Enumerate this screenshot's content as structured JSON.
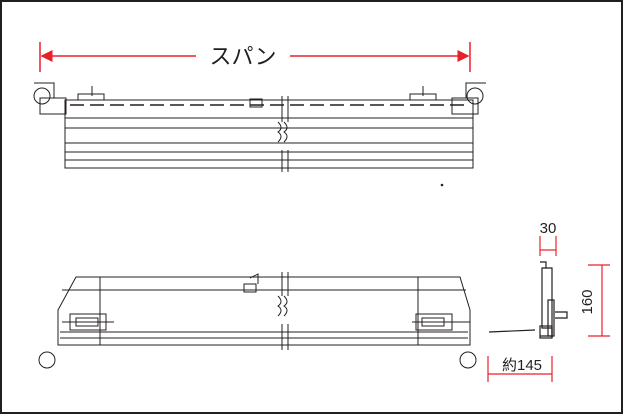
{
  "labels": {
    "span": "スパン",
    "dim_top": "30",
    "dim_side": "160",
    "dim_bottom": "約145"
  },
  "colors": {
    "dimension": "#e8202a",
    "line": "#231f20",
    "frame": "#231f20"
  }
}
